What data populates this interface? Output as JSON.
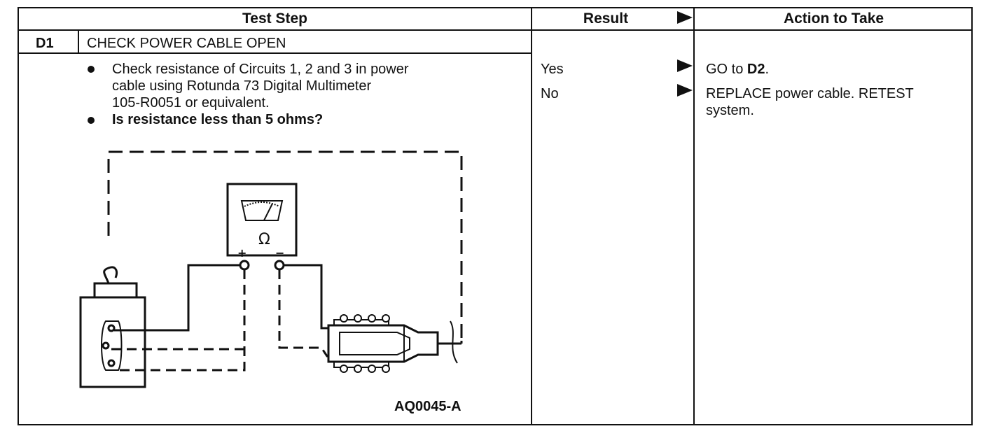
{
  "header": {
    "test_step": "Test Step",
    "result": "Result",
    "action": "Action to Take"
  },
  "step": {
    "id": "D1",
    "title": "CHECK POWER CABLE OPEN",
    "bullets": [
      "Check resistance of Circuits 1, 2 and 3 in power cable using Rotunda 73 Digital Multimeter 105-R0051 or equivalent.",
      "Is resistance less than 5 ohms?"
    ],
    "bullet1_lines": [
      "Check resistance of Circuits 1, 2 and 3 in power",
      "cable using Rotunda 73 Digital Multimeter",
      "105-R0051 or equivalent."
    ]
  },
  "results": [
    {
      "label": "Yes",
      "action_prefix": "GO to ",
      "action_ref": "D2",
      "action_suffix": "."
    },
    {
      "label": "No",
      "action_line1": "REPLACE power cable. RETEST",
      "action_line2": "system."
    }
  ],
  "diagram": {
    "meter_symbol": "Ω",
    "plus": "+",
    "minus": "−",
    "figure_id": "AQ0045-A"
  }
}
